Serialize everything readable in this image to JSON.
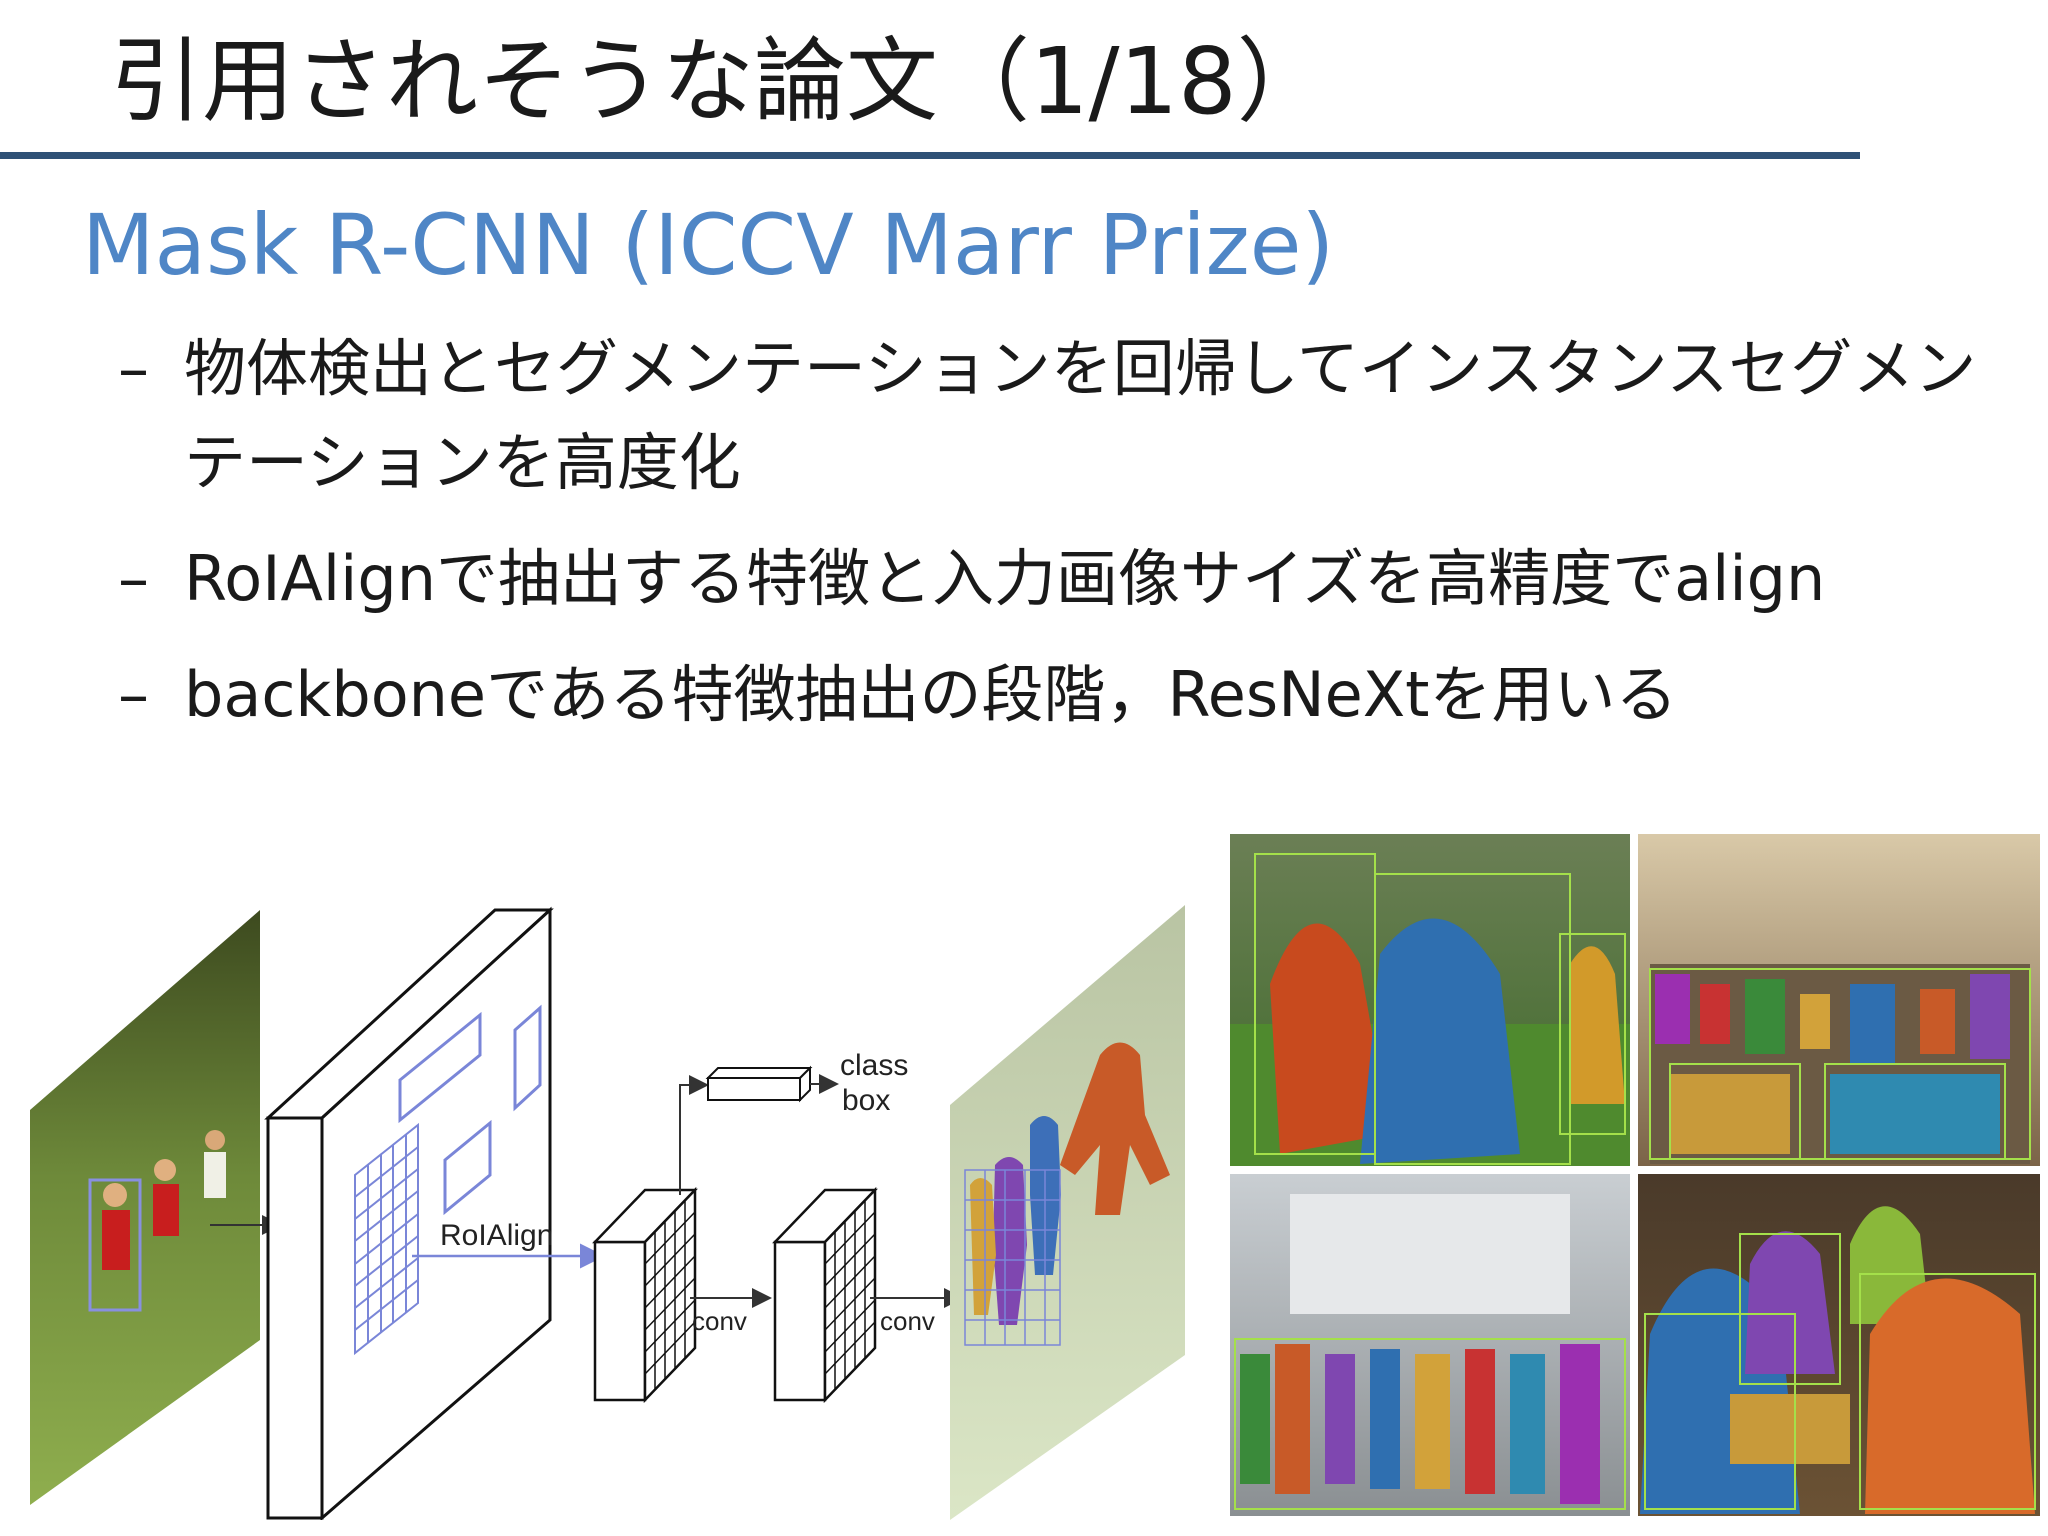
{
  "slide": {
    "title": "引用されそうな論文（1/18）",
    "subtitle": "Mask R-CNN (ICCV Marr Prize)",
    "bullets": [
      {
        "dash": "–",
        "text": "物体検出とセグメンテーションを回帰してインスタンスセグメンテーションを高度化"
      },
      {
        "dash": "–",
        "text": "RoIAlignで抽出する特徴と入力画像サイズを高精度でalign"
      },
      {
        "dash": "–",
        "text": "backboneである特徴抽出の段階，ResNeXtを用いる"
      }
    ]
  },
  "diagram": {
    "roialign_label": "RoIAlign",
    "class_label": "class",
    "box_label": "box",
    "conv1_label": "conv",
    "conv2_label": "conv"
  },
  "colors": {
    "rule": "#2f5176",
    "subtitle": "#4f86c6",
    "roi_box": "#7a86d8"
  }
}
